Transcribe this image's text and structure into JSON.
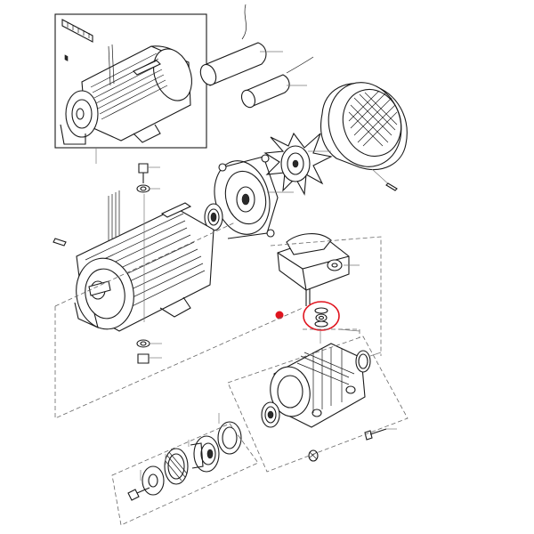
{
  "diagram": {
    "kind": "exploded-parts-view",
    "subject": "electric-motor-with-pump-housing",
    "highlight": {
      "marker_color": "#e0141e",
      "ring_color": "#e0141e",
      "part": "washer-and-o-ring-set"
    },
    "line_color": "#1a1a1a",
    "background": "#ffffff"
  }
}
